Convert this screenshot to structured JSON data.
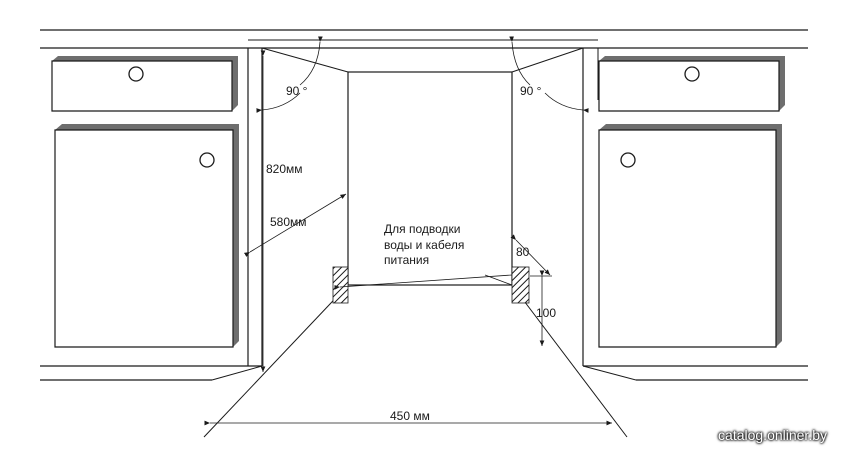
{
  "labels": {
    "angle_left": "90 °",
    "angle_right": "90 °",
    "height": "820мм",
    "depth": "580мм",
    "note_line1": "Для подводки",
    "note_line2": "воды и кабеля",
    "note_line3": "питания",
    "dim_80": "80",
    "dim_100": "100",
    "width": "450 мм"
  },
  "watermark": "catalog.onliner.by",
  "colors": {
    "stroke": "#1a1a1a",
    "hatch": "#6e6e6e"
  }
}
